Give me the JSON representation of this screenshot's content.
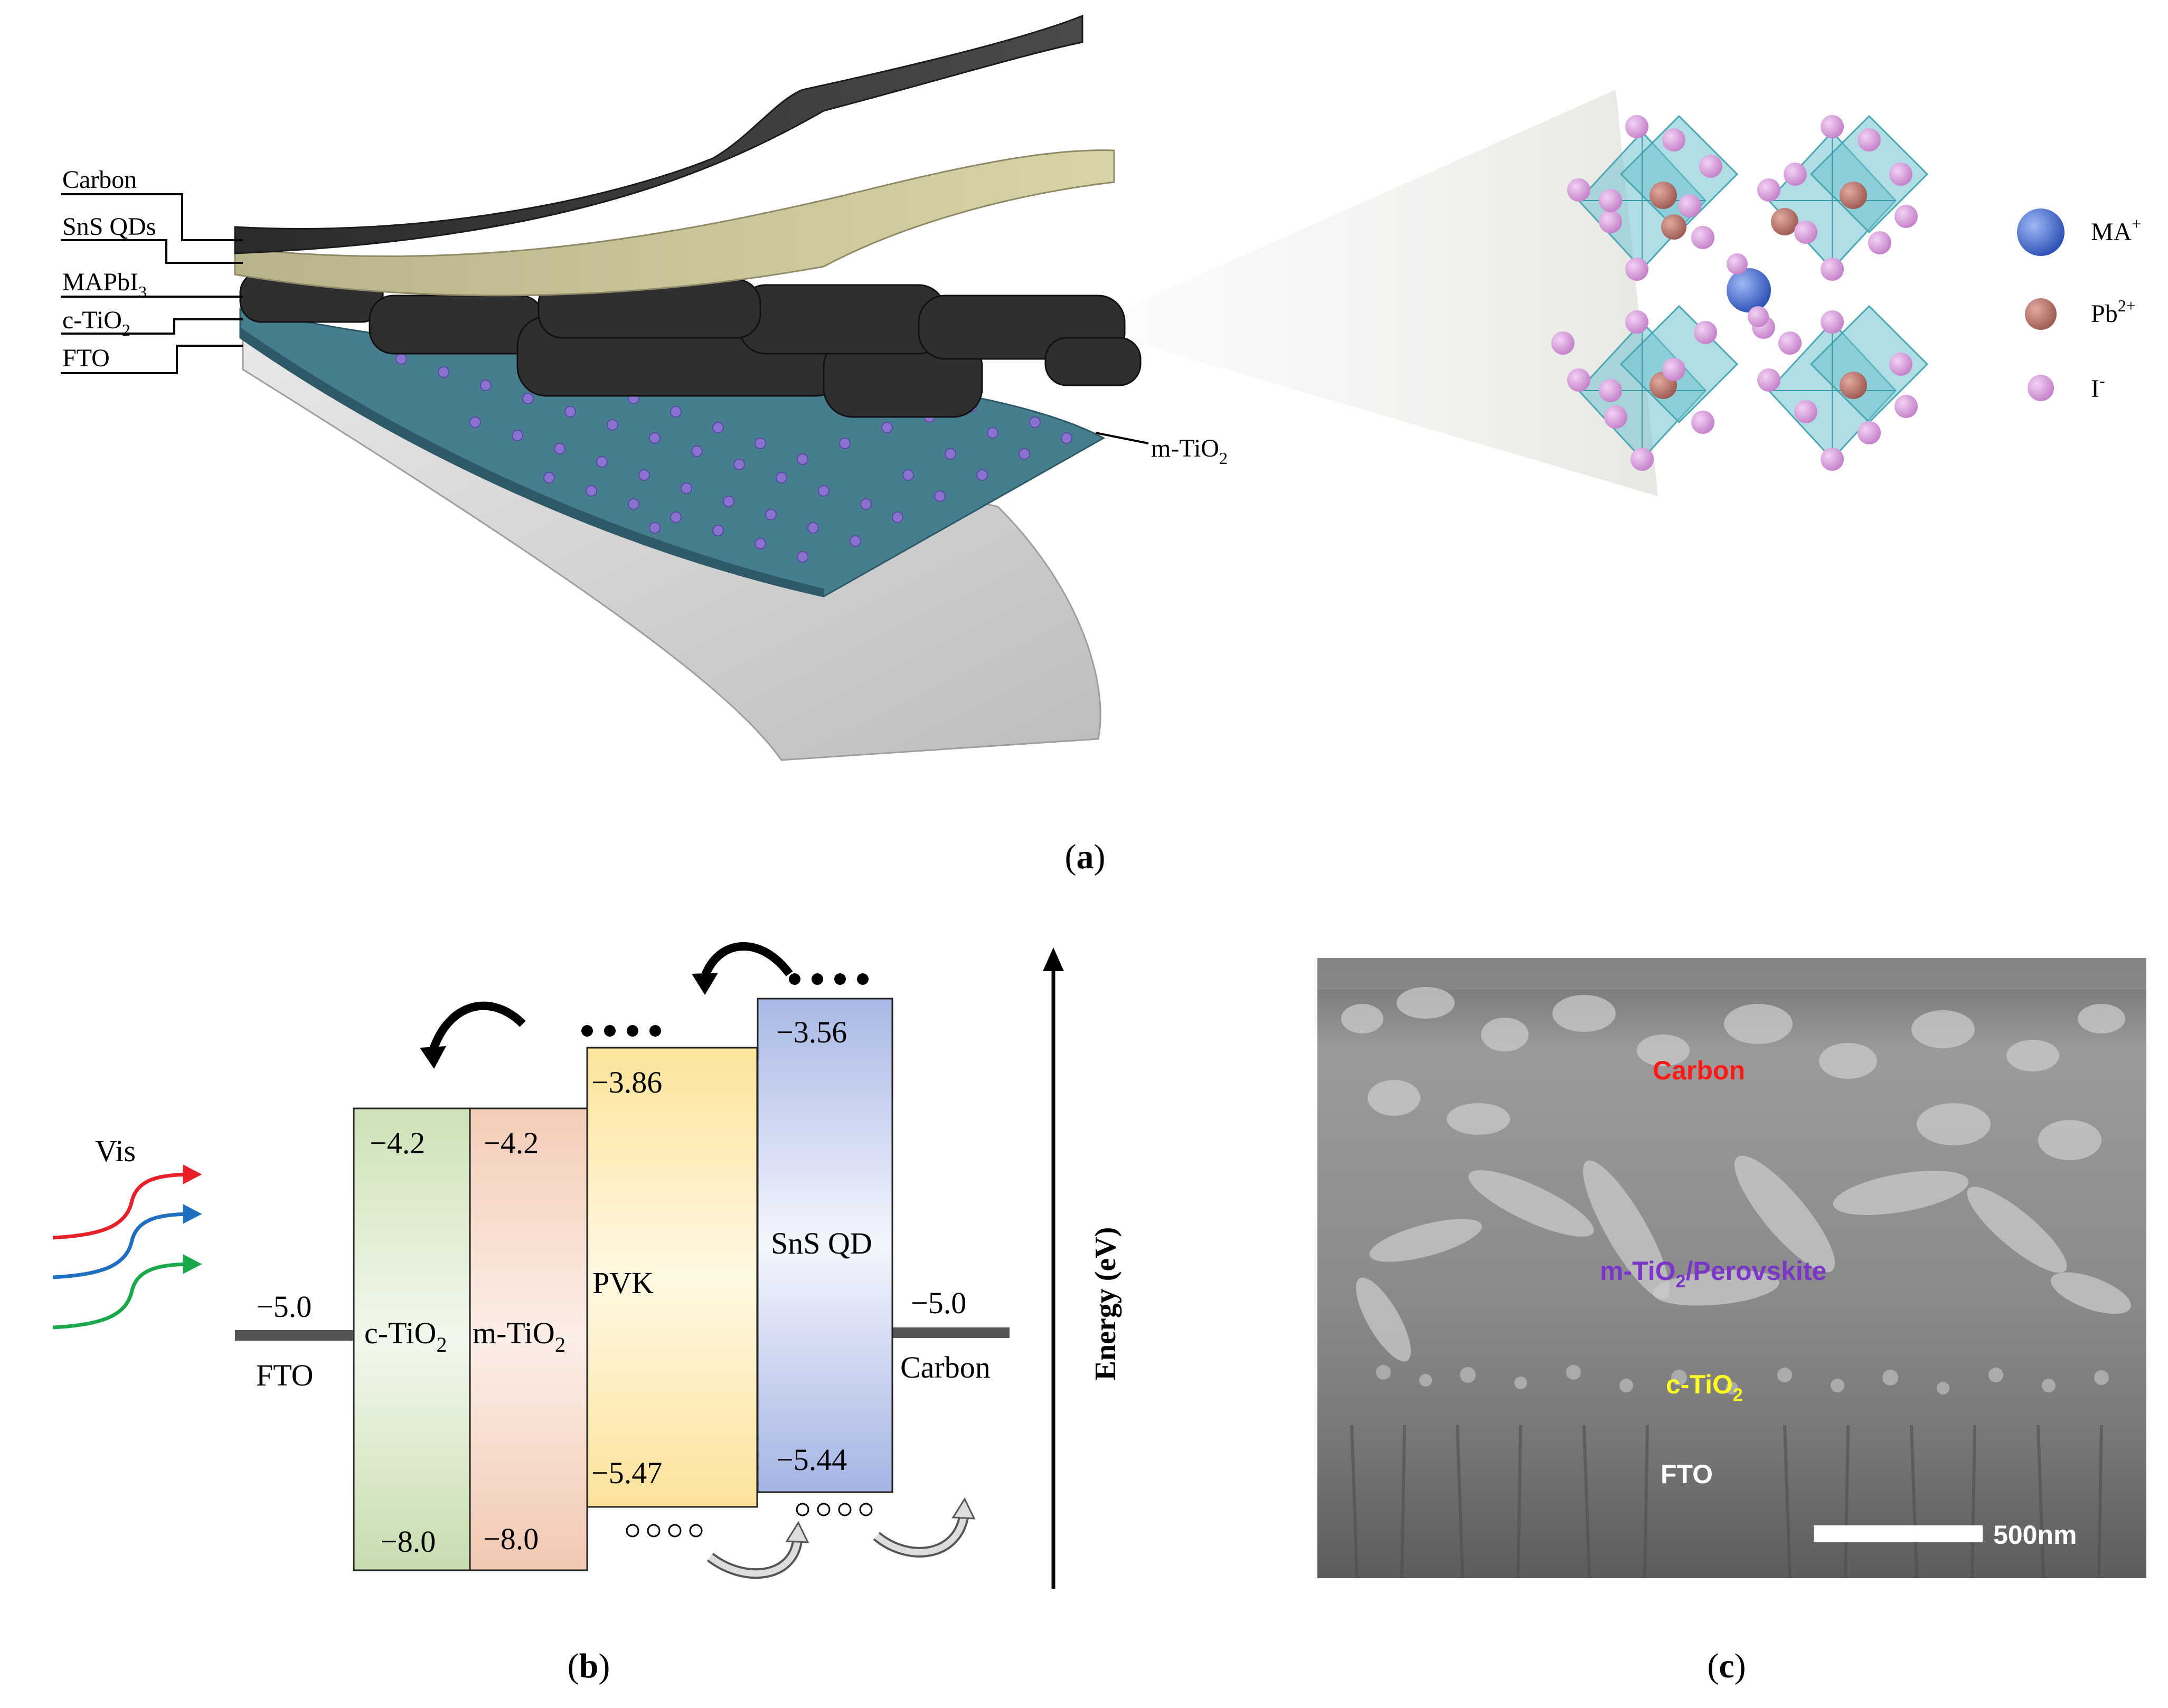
{
  "panel_a": {
    "caption_open": "(",
    "caption_letter": "a",
    "caption_close": ")",
    "layers": [
      {
        "text": "Carbon",
        "sub": ""
      },
      {
        "text": "SnS QDs",
        "sub": ""
      },
      {
        "text": "MAPbI",
        "sub": "3"
      },
      {
        "text": "c-TiO",
        "sub": "2"
      },
      {
        "text": "FTO",
        "sub": ""
      }
    ],
    "mtio2_label": {
      "text": "m-TiO",
      "sub": "2"
    },
    "legend": [
      {
        "base": "MA",
        "sup": "+",
        "color": "#3b63c9"
      },
      {
        "base": "Pb",
        "sup": "2+",
        "color": "#b8726a"
      },
      {
        "base": "I",
        "sup": "-",
        "color": "#d59bd8"
      }
    ],
    "colors": {
      "carbon": "#3a3a3a",
      "sns": "#cdc79c",
      "perovskite": "#2f2f2f",
      "tio2": "#467d8f",
      "fto": "#d4d4d4",
      "dots": "#8a73d0",
      "octahedra": "#6fc3cf"
    }
  },
  "panel_b": {
    "caption_open": "(",
    "caption_letter": "b",
    "caption_close": ")",
    "vis_label": "Vis",
    "energy_axis": "Energy (eV)",
    "fto": {
      "value": "−5.0",
      "name": "FTO"
    },
    "carbon": {
      "value": "−5.0",
      "name": "Carbon"
    },
    "bands": [
      {
        "name": "c-TiO",
        "sub": "2",
        "top": "−4.2",
        "bottom": "−8.0",
        "color": "#dbeacb"
      },
      {
        "name": "m-TiO",
        "sub": "2",
        "top": "−4.2",
        "bottom": "−8.0",
        "color": "#f6d6c6"
      },
      {
        "name": "PVK",
        "sub": "",
        "top": "−3.86",
        "bottom": "−5.47",
        "color": "#fde8a8"
      },
      {
        "name": "SnS QD",
        "sub": "",
        "top": "−3.56",
        "bottom": "−5.44",
        "color": "#b6c3ea"
      }
    ],
    "vis_colors": [
      "#e8202a",
      "#1f6fc0",
      "#1aa84a"
    ]
  },
  "panel_c": {
    "caption_open": "(",
    "caption_letter": "c",
    "caption_close": ")",
    "labels": {
      "carbon": {
        "text": "Carbon",
        "color": "#ff1a1a"
      },
      "perovskite": {
        "text_pre": "m-TiO",
        "sub": "2",
        "text_post": "/Perovskite",
        "color": "#7b35c9"
      },
      "ctio2": {
        "text": "c-TiO",
        "sub": "2",
        "color": "#ffff22"
      },
      "fto": {
        "text": "FTO",
        "color": "#ffffff"
      }
    },
    "scale_bar": "500nm"
  }
}
